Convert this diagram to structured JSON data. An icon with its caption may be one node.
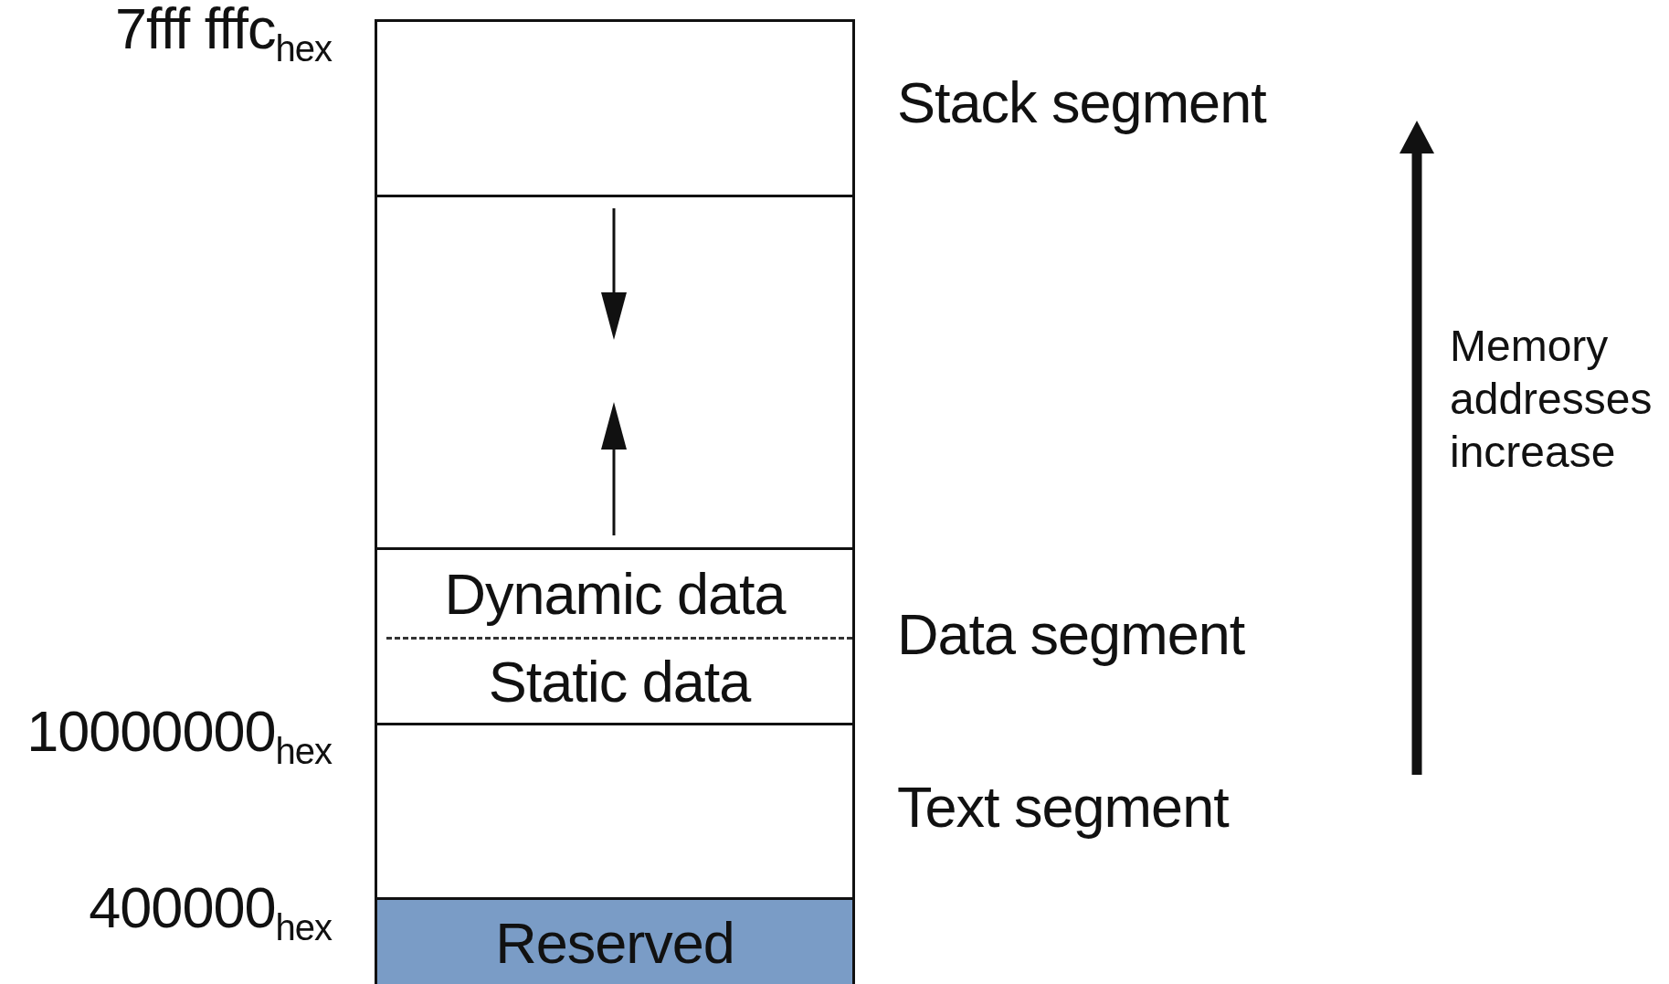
{
  "diagram": {
    "nodes": [
      {
        "text": [],
        "shape": "box",
        "beside": [
          "Stack segment"
        ]
      },
      {
        "text": [],
        "shape": "box"
      },
      {
        "text": [],
        "shape": "box",
        "beside": [
          "Data segment"
        ]
      },
      {
        "text": [
          "Dynamic data"
        ],
        "in": 2
      },
      {
        "text": [
          "Static data"
        ],
        "in": 2
      },
      {
        "text": [],
        "shape": "box",
        "beside": [
          "Text segment"
        ]
      },
      {
        "text": [
          "Reserved"
        ]
      }
    ],
    "edges": [],
    "labels": [
      "7fff fffc$_{hex}$",
      "10000000$_{hex}$",
      "400000$_{hex}$",
      "Memory addresses increase"
    ]
  }
}
